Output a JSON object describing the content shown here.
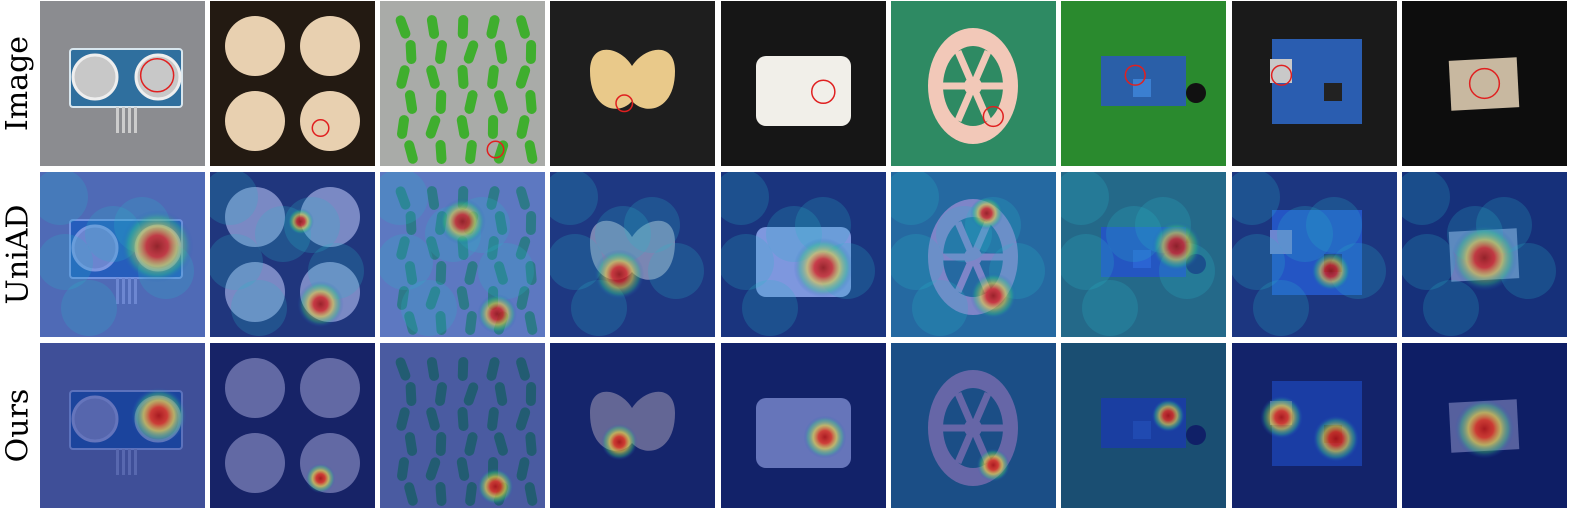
{
  "figure": {
    "rows": [
      {
        "label": "Image",
        "mode": "input"
      },
      {
        "label": "UniAD",
        "mode": "uniad"
      },
      {
        "label": "Ours",
        "mode": "ours"
      }
    ],
    "samples": [
      {
        "object": "ultrasonic-sensor-board",
        "bg": "#8b8c90",
        "obj": "#2f6f9e",
        "anomaly": [
          0.71,
          0.45,
          0.2
        ],
        "uniad_spots": [
          [
            0.71,
            0.45,
            0.22
          ]
        ],
        "ours_spots": [
          [
            0.72,
            0.44,
            0.17
          ]
        ]
      },
      {
        "object": "four-round-tablets",
        "bg": "#231a12",
        "obj": "#e8d0b0",
        "anomaly": [
          0.67,
          0.77,
          0.1
        ],
        "uniad_spots": [
          [
            0.67,
            0.8,
            0.14
          ],
          [
            0.55,
            0.3,
            0.08
          ]
        ],
        "ours_spots": [
          [
            0.67,
            0.82,
            0.09
          ]
        ]
      },
      {
        "object": "green-capsules",
        "bg": "#a9aba8",
        "obj": "#3fae2e",
        "anomaly": [
          0.7,
          0.9,
          0.1
        ],
        "uniad_spots": [
          [
            0.71,
            0.86,
            0.12
          ],
          [
            0.5,
            0.3,
            0.14
          ]
        ],
        "ours_spots": [
          [
            0.7,
            0.87,
            0.11
          ]
        ]
      },
      {
        "object": "cashew-nut",
        "bg": "#1e1e1e",
        "obj": "#e9c98a",
        "anomaly": [
          0.45,
          0.62,
          0.1
        ],
        "uniad_spots": [
          [
            0.42,
            0.62,
            0.15
          ]
        ],
        "ours_spots": [
          [
            0.42,
            0.6,
            0.11
          ]
        ]
      },
      {
        "object": "white-gum-block",
        "bg": "#161616",
        "obj": "#f1efe9",
        "anomaly": [
          0.62,
          0.55,
          0.14
        ],
        "uniad_spots": [
          [
            0.62,
            0.58,
            0.18
          ]
        ],
        "ours_spots": [
          [
            0.63,
            0.57,
            0.13
          ]
        ]
      },
      {
        "object": "pink-wheel-disc",
        "bg": "#2e8a63",
        "obj": "#f2c8b8",
        "anomaly": [
          0.62,
          0.7,
          0.12
        ],
        "uniad_spots": [
          [
            0.62,
            0.75,
            0.14
          ],
          [
            0.58,
            0.25,
            0.1
          ]
        ],
        "ours_spots": [
          [
            0.62,
            0.74,
            0.1
          ]
        ]
      },
      {
        "object": "ir-sensor-module-green",
        "bg": "#2a8a2e",
        "obj": "#2a5fa8",
        "anomaly": [
          0.45,
          0.45,
          0.12
        ],
        "uniad_spots": [
          [
            0.7,
            0.45,
            0.15
          ]
        ],
        "ours_spots": [
          [
            0.65,
            0.44,
            0.1
          ]
        ]
      },
      {
        "object": "charger-pcb-black",
        "bg": "#1a1a1a",
        "obj": "#2a5db0",
        "anomaly": [
          0.3,
          0.45,
          0.12
        ],
        "uniad_spots": [
          [
            0.6,
            0.6,
            0.12
          ]
        ],
        "ours_spots": [
          [
            0.3,
            0.45,
            0.13
          ],
          [
            0.63,
            0.58,
            0.14
          ]
        ]
      },
      {
        "object": "fabric-swatch",
        "bg": "#0d0d0d",
        "obj": "#c8b8a0",
        "anomaly": [
          0.5,
          0.5,
          0.18
        ],
        "uniad_spots": [
          [
            0.5,
            0.52,
            0.2
          ]
        ],
        "ours_spots": [
          [
            0.5,
            0.52,
            0.18
          ]
        ]
      }
    ]
  }
}
